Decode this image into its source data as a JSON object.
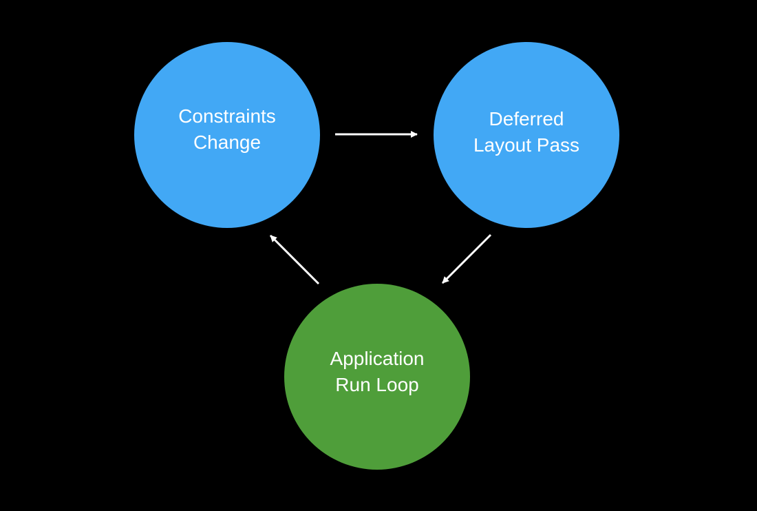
{
  "diagram": {
    "nodes": [
      {
        "id": "constraints-change",
        "lines": [
          "Constraints",
          "Change"
        ],
        "color": "#42a8f5"
      },
      {
        "id": "deferred-layout-pass",
        "lines": [
          "Deferred",
          "Layout Pass"
        ],
        "color": "#42a8f5"
      },
      {
        "id": "application-run-loop",
        "lines": [
          "Application",
          "Run Loop"
        ],
        "color": "#4f9e3a"
      }
    ],
    "edges": [
      {
        "from": "constraints-change",
        "to": "deferred-layout-pass"
      },
      {
        "from": "deferred-layout-pass",
        "to": "application-run-loop"
      },
      {
        "from": "application-run-loop",
        "to": "constraints-change"
      }
    ],
    "background": "#000000",
    "arrow_color": "#ffffff",
    "text_color": "#ffffff"
  }
}
